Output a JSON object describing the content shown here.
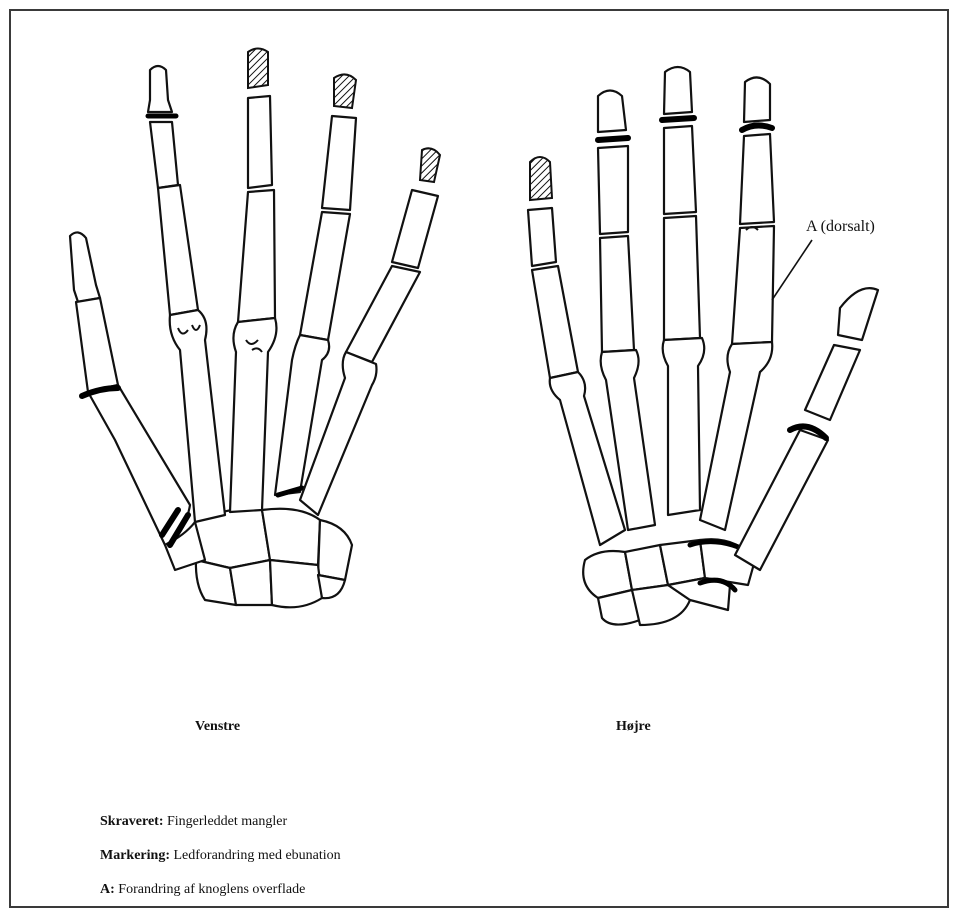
{
  "labels": {
    "left_hand": "Venstre",
    "right_hand": "Højre",
    "annotation": "A (dorsalt)"
  },
  "legend": [
    {
      "key": "Skraveret:",
      "text": " Fingerleddet mangler"
    },
    {
      "key": "Markering:",
      "text": " Ledforandring med ebunation"
    },
    {
      "key": "A:",
      "text": "  Forandring af knoglens overflade"
    }
  ]
}
